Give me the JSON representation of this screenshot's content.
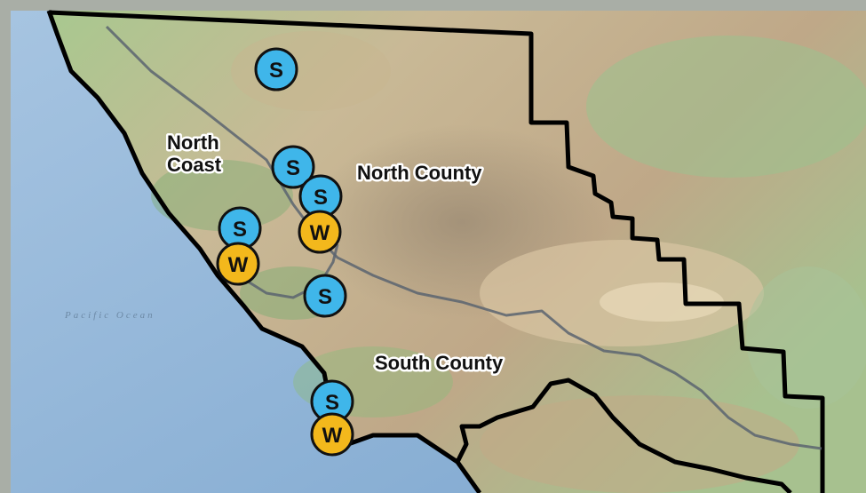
{
  "map": {
    "labels": {
      "north_coast_line1": "North",
      "north_coast_line2": "Coast",
      "north_county": "North County",
      "south_county": "South County",
      "ocean": "Pacific Ocean"
    },
    "colors": {
      "ocean": "#8fb3d6",
      "land_green": "#a9c98d",
      "land_tan": "#cdb795",
      "border": "#000000",
      "frame": "#a7ada3",
      "marker_s": "#3fb6ea",
      "marker_w": "#f3b81c"
    },
    "legend_symbols": {
      "s": "S",
      "w": "W"
    },
    "markers": [
      {
        "id": "s1",
        "type": "S"
      },
      {
        "id": "s2",
        "type": "S"
      },
      {
        "id": "s3",
        "type": "S"
      },
      {
        "id": "w1",
        "type": "W"
      },
      {
        "id": "s4",
        "type": "S"
      },
      {
        "id": "w2",
        "type": "W"
      },
      {
        "id": "s5",
        "type": "S"
      },
      {
        "id": "s6",
        "type": "S"
      },
      {
        "id": "w3",
        "type": "W"
      }
    ]
  }
}
